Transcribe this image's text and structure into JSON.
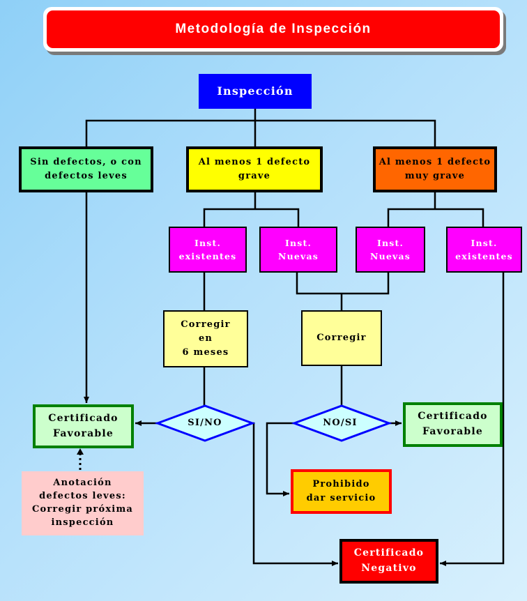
{
  "title": "Metodología de Inspección",
  "nodes": {
    "inspeccion": "Inspección",
    "sin_defectos": "Sin defectos, o con\ndefectos leves",
    "defecto_grave": "Al menos 1 defecto\ngrave",
    "defecto_muy_grave": "Al menos 1 defecto\nmuy grave",
    "inst_existentes_1": "Inst.\nexistentes",
    "inst_nuevas_1": "Inst.\nNuevas",
    "inst_nuevas_2": "Inst.\nNuevas",
    "inst_existentes_2": "Inst.\nexistentes",
    "corregir_6_meses": "Corregir\nen\n6 meses",
    "corregir": "Corregir",
    "decision_1": "SI/NO",
    "decision_2": "NO/SI",
    "certificado_favorable_1": "Certificado\nFavorable",
    "certificado_favorable_2": "Certificado\nFavorable",
    "anotacion": "Anotación\ndefectos leves:\nCorregir próxima\ninspección",
    "prohibido": "Prohibido\ndar servicio",
    "certificado_negativo": "Certificado\nNegativo"
  },
  "colors": {
    "title": "#ff0000",
    "inspeccion": "#0000ff",
    "sin_defectos": "#66ff99",
    "grave": "#ffff00",
    "muy_grave": "#ff6600",
    "instalaciones": "#ff00ff",
    "corregir": "#ffff99",
    "favorable": "#ccffcc",
    "anotacion": "#ffcccc",
    "prohibido": "#ffcc00",
    "negativo": "#ff0000",
    "decision": "#ccffff"
  }
}
